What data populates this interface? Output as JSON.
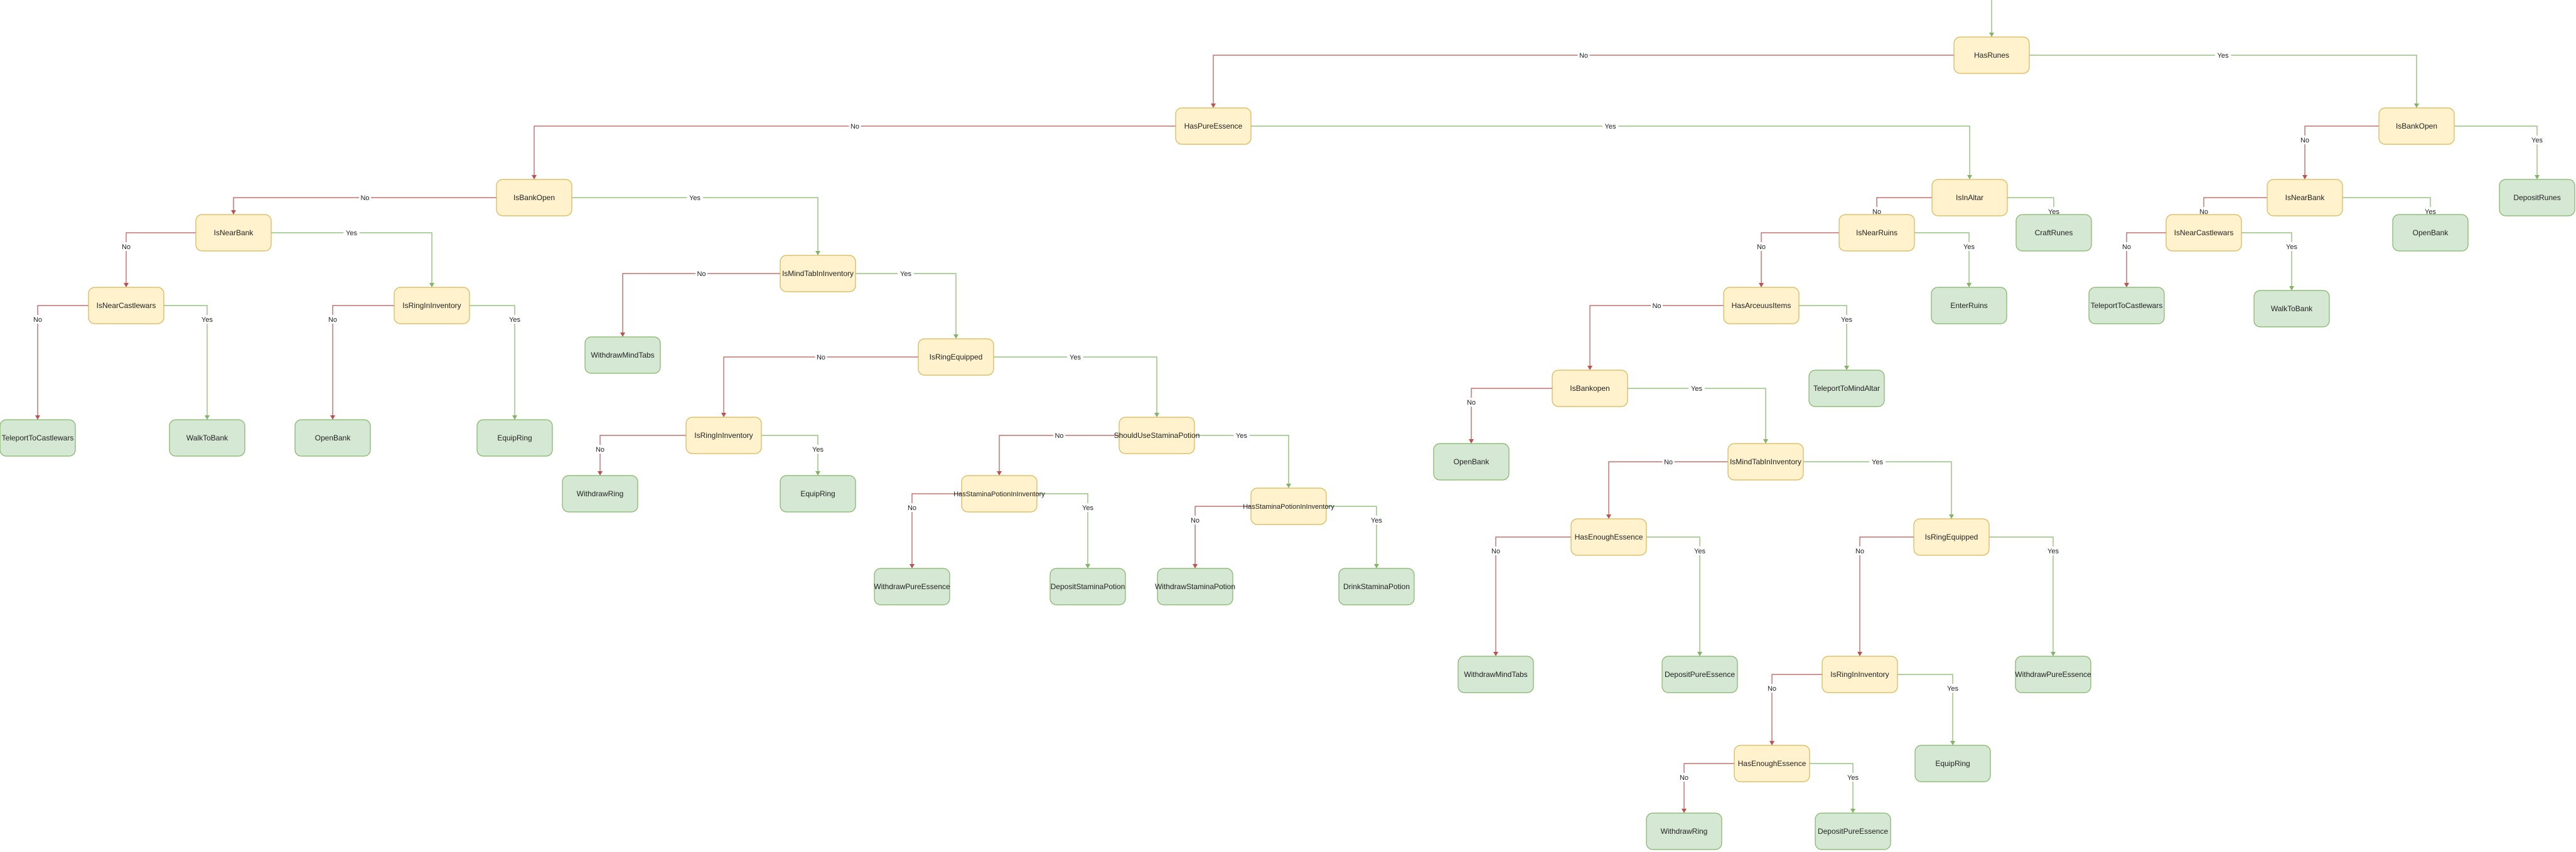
{
  "diagram": {
    "colors": {
      "decision_fill": "#fff2cc",
      "decision_stroke": "#d6b656",
      "action_fill": "#d5e8d4",
      "action_stroke": "#82b366",
      "no_edge": "#b85450",
      "yes_edge": "#82b366",
      "text": "#222222"
    },
    "labels": {
      "no": "No",
      "yes": "Yes"
    },
    "nodes": [
      {
        "id": "n1",
        "label": "HasRunes",
        "kind": "decision"
      },
      {
        "id": "n2",
        "label": "HasPureEssence",
        "kind": "decision"
      },
      {
        "id": "n3",
        "label": "IsBankOpen",
        "kind": "decision"
      },
      {
        "id": "n4",
        "label": "DepositRunes",
        "kind": "action"
      },
      {
        "id": "n5",
        "label": "IsNearBank",
        "kind": "decision"
      },
      {
        "id": "n6",
        "label": "OpenBank",
        "kind": "action"
      },
      {
        "id": "n7",
        "label": "IsNearCastlewars",
        "kind": "decision"
      },
      {
        "id": "n8",
        "label": "WalkToBank",
        "kind": "action"
      },
      {
        "id": "n9",
        "label": "TeleportToCastlewars",
        "kind": "action"
      },
      {
        "id": "n10",
        "label": "IsInAltar",
        "kind": "decision"
      },
      {
        "id": "n11",
        "label": "CraftRunes",
        "kind": "action"
      },
      {
        "id": "n12",
        "label": "IsNearRuins",
        "kind": "decision"
      },
      {
        "id": "n13",
        "label": "EnterRuins",
        "kind": "action"
      },
      {
        "id": "n14",
        "label": "HasArceuusItems",
        "kind": "decision"
      },
      {
        "id": "n15",
        "label": "TeleportToMindAltar",
        "kind": "action"
      },
      {
        "id": "n16",
        "label": "IsBankopen",
        "kind": "decision"
      },
      {
        "id": "n17",
        "label": "OpenBank",
        "kind": "action"
      },
      {
        "id": "n18",
        "label": "IsMindTabInInventory",
        "kind": "decision"
      },
      {
        "id": "n19",
        "label": "HasEnoughEssence",
        "kind": "decision"
      },
      {
        "id": "n20",
        "label": "WithdrawMindTabs",
        "kind": "action"
      },
      {
        "id": "n21",
        "label": "DepositPureEssence",
        "kind": "action"
      },
      {
        "id": "n22",
        "label": "IsRingEquipped",
        "kind": "decision"
      },
      {
        "id": "n23",
        "label": "WithdrawPureEssence",
        "kind": "action"
      },
      {
        "id": "n24",
        "label": "IsRingInInventory",
        "kind": "decision"
      },
      {
        "id": "n25",
        "label": "EquipRing",
        "kind": "action"
      },
      {
        "id": "n26",
        "label": "HasEnoughEssence",
        "kind": "decision"
      },
      {
        "id": "n27",
        "label": "WithdrawRing",
        "kind": "action"
      },
      {
        "id": "n28",
        "label": "DepositPureEssence",
        "kind": "action"
      },
      {
        "id": "n29",
        "label": "IsBankOpen",
        "kind": "decision"
      },
      {
        "id": "n30",
        "label": "IsNearBank",
        "kind": "decision"
      },
      {
        "id": "n31",
        "label": "IsNearCastlewars",
        "kind": "decision"
      },
      {
        "id": "n32",
        "label": "TeleportToCastlewars",
        "kind": "action"
      },
      {
        "id": "n33",
        "label": "WalkToBank",
        "kind": "action"
      },
      {
        "id": "n34",
        "label": "IsRingInInventory",
        "kind": "decision"
      },
      {
        "id": "n35",
        "label": "OpenBank",
        "kind": "action"
      },
      {
        "id": "n36",
        "label": "EquipRing",
        "kind": "action"
      },
      {
        "id": "n37",
        "label": "IsMindTabInInventory",
        "kind": "decision"
      },
      {
        "id": "n38",
        "label": "WithdrawMindTabs",
        "kind": "action"
      },
      {
        "id": "n39",
        "label": "IsRingEquipped",
        "kind": "decision"
      },
      {
        "id": "n40",
        "label": "IsRingInInventory",
        "kind": "decision"
      },
      {
        "id": "n41",
        "label": "WithdrawRing",
        "kind": "action"
      },
      {
        "id": "n42",
        "label": "EquipRing",
        "kind": "action"
      },
      {
        "id": "n43",
        "label": "ShouldUseStaminaPotion",
        "kind": "decision"
      },
      {
        "id": "n44",
        "label": "HasStaminaPotionInInventory",
        "kind": "decision"
      },
      {
        "id": "n45",
        "label": "WithdrawPureEssence",
        "kind": "action"
      },
      {
        "id": "n46",
        "label": "DepositStaminaPotion",
        "kind": "action"
      },
      {
        "id": "n47",
        "label": "HasStaminaPotionInInventory",
        "kind": "decision"
      },
      {
        "id": "n48",
        "label": "WithdrawStaminaPotion",
        "kind": "action"
      },
      {
        "id": "n49",
        "label": "DrinkStaminaPotion",
        "kind": "action"
      }
    ],
    "edges": [
      {
        "from": "n1",
        "to": "n2",
        "label": "No"
      },
      {
        "from": "n1",
        "to": "n3",
        "label": "Yes"
      },
      {
        "from": "n3",
        "to": "n5",
        "label": "No"
      },
      {
        "from": "n3",
        "to": "n4",
        "label": "Yes"
      },
      {
        "from": "n5",
        "to": "n7",
        "label": "No"
      },
      {
        "from": "n5",
        "to": "n6",
        "label": "Yes"
      },
      {
        "from": "n7",
        "to": "n9",
        "label": "No"
      },
      {
        "from": "n7",
        "to": "n8",
        "label": "Yes"
      },
      {
        "from": "n2",
        "to": "n29",
        "label": "No"
      },
      {
        "from": "n2",
        "to": "n10",
        "label": "Yes"
      },
      {
        "from": "n10",
        "to": "n12",
        "label": "No"
      },
      {
        "from": "n10",
        "to": "n11",
        "label": "Yes"
      },
      {
        "from": "n12",
        "to": "n14",
        "label": "No"
      },
      {
        "from": "n12",
        "to": "n13",
        "label": "Yes"
      },
      {
        "from": "n14",
        "to": "n16",
        "label": "No"
      },
      {
        "from": "n14",
        "to": "n15",
        "label": "Yes"
      },
      {
        "from": "n16",
        "to": "n17",
        "label": "No"
      },
      {
        "from": "n16",
        "to": "n18",
        "label": "Yes"
      },
      {
        "from": "n18",
        "to": "n19",
        "label": "No"
      },
      {
        "from": "n18",
        "to": "n22",
        "label": "Yes"
      },
      {
        "from": "n19",
        "to": "n20",
        "label": "No"
      },
      {
        "from": "n19",
        "to": "n21",
        "label": "Yes"
      },
      {
        "from": "n22",
        "to": "n24",
        "label": "No"
      },
      {
        "from": "n22",
        "to": "n23",
        "label": "Yes"
      },
      {
        "from": "n24",
        "to": "n26",
        "label": "No"
      },
      {
        "from": "n24",
        "to": "n25",
        "label": "Yes"
      },
      {
        "from": "n26",
        "to": "n27",
        "label": "No"
      },
      {
        "from": "n26",
        "to": "n28",
        "label": "Yes"
      },
      {
        "from": "n29",
        "to": "n30",
        "label": "No"
      },
      {
        "from": "n29",
        "to": "n37",
        "label": "Yes"
      },
      {
        "from": "n30",
        "to": "n31",
        "label": "No"
      },
      {
        "from": "n30",
        "to": "n34",
        "label": "Yes"
      },
      {
        "from": "n31",
        "to": "n32",
        "label": "No"
      },
      {
        "from": "n31",
        "to": "n33",
        "label": "Yes"
      },
      {
        "from": "n34",
        "to": "n35",
        "label": "No"
      },
      {
        "from": "n34",
        "to": "n36",
        "label": "Yes"
      },
      {
        "from": "n37",
        "to": "n38",
        "label": "No"
      },
      {
        "from": "n37",
        "to": "n39",
        "label": "Yes"
      },
      {
        "from": "n39",
        "to": "n40",
        "label": "No"
      },
      {
        "from": "n39",
        "to": "n43",
        "label": "Yes"
      },
      {
        "from": "n40",
        "to": "n41",
        "label": "No"
      },
      {
        "from": "n40",
        "to": "n42",
        "label": "Yes"
      },
      {
        "from": "n43",
        "to": "n44",
        "label": "No"
      },
      {
        "from": "n43",
        "to": "n47",
        "label": "Yes"
      },
      {
        "from": "n44",
        "to": "n45",
        "label": "No"
      },
      {
        "from": "n44",
        "to": "n46",
        "label": "Yes"
      },
      {
        "from": "n47",
        "to": "n48",
        "label": "No"
      },
      {
        "from": "n47",
        "to": "n49",
        "label": "Yes"
      }
    ]
  }
}
